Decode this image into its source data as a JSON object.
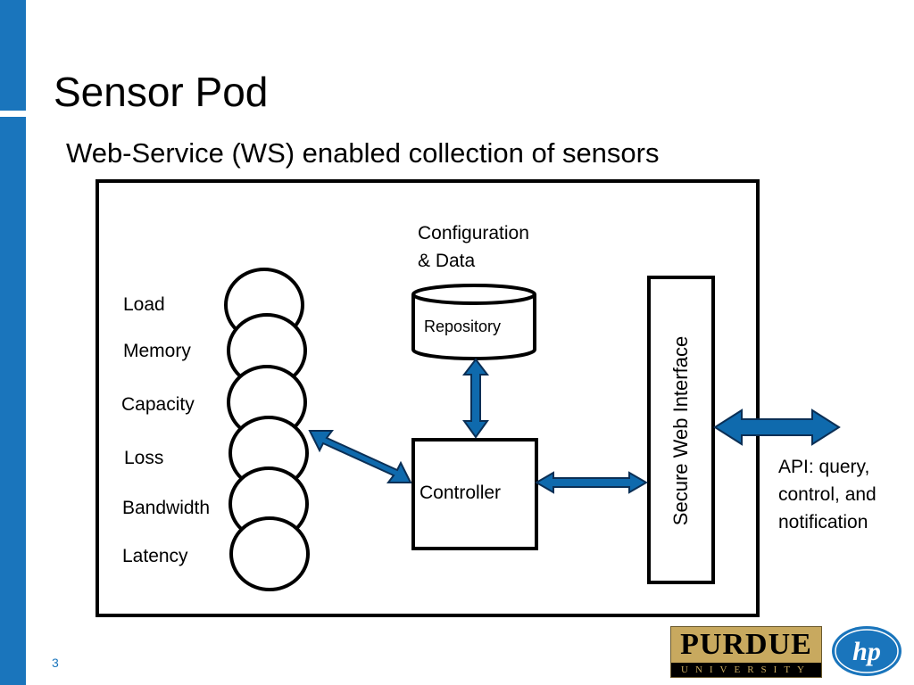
{
  "slide": {
    "title": "Sensor Pod",
    "subtitle": "Web-Service (WS) enabled collection of sensors",
    "number": "3"
  },
  "diagram": {
    "sensors": [
      "Load",
      "Memory",
      "Capacity",
      "Loss",
      "Bandwidth",
      "Latency"
    ],
    "config_label": "Configuration\n& Data",
    "repository_label": "Repository",
    "controller_label": "Controller",
    "interface_label": "Secure Web Interface",
    "api_label": "API: query,\ncontrol, and\nnotification"
  },
  "logos": {
    "purdue": "PURDUE",
    "purdue_sub": "UNIVERSITY",
    "hp": "hp"
  },
  "colors": {
    "accent": "#1a75bc",
    "arrow_fill": "#0f6aad",
    "arrow_stroke": "#0b2f55",
    "purdue_gold": "#c8a95f"
  }
}
